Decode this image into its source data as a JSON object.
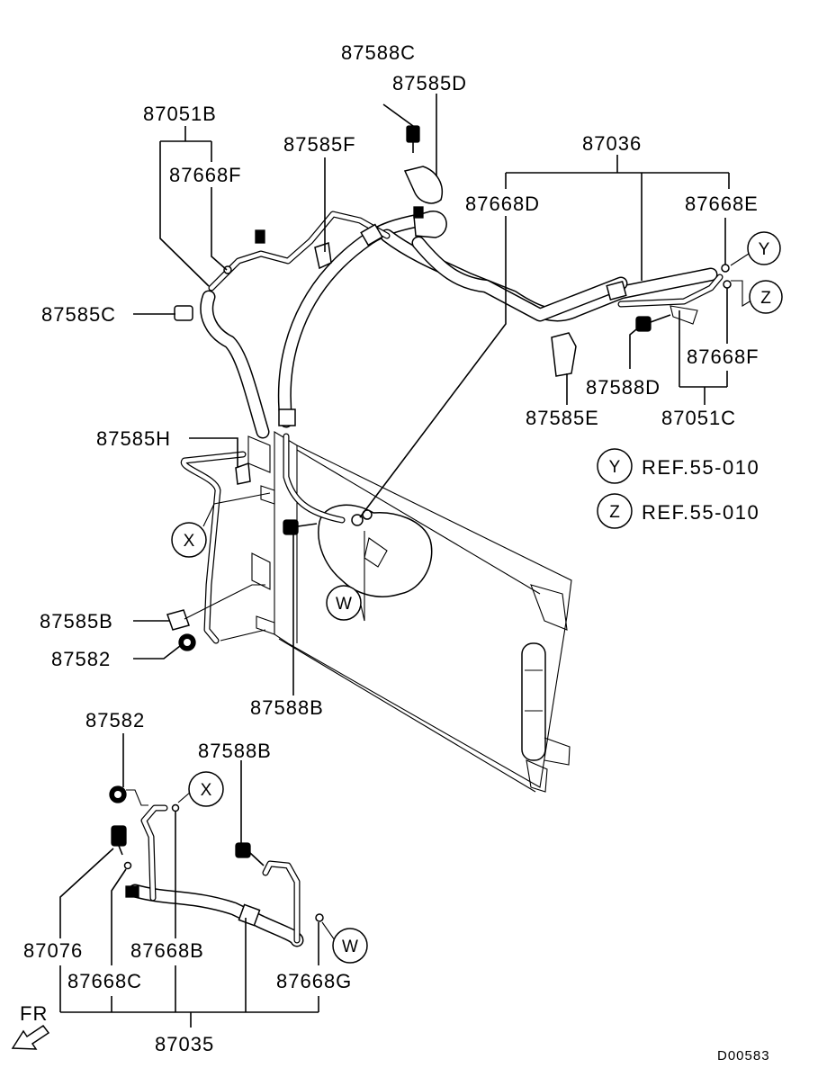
{
  "diagram": {
    "part_numbers": {
      "p87588C": "87588C",
      "p87585D": "87585D",
      "p87051B": "87051B",
      "p87668F_top": "87668F",
      "p87585F": "87585F",
      "p87036": "87036",
      "p87668D": "87668D",
      "p87668E": "87668E",
      "p87585C": "87585C",
      "p87668F_right": "87668F",
      "p87588D": "87588D",
      "p87585E": "87585E",
      "p87051C": "87051C",
      "p87585H": "87585H",
      "p87585B": "87585B",
      "p87582_mid": "87582",
      "p87588B_mid": "87588B",
      "p87582_low": "87582",
      "p87588B_low": "87588B",
      "p87076": "87076",
      "p87668B": "87668B",
      "p87668C": "87668C",
      "p87668G": "87668G",
      "p87035": "87035"
    },
    "callouts": {
      "Y": "Y",
      "Z": "Z",
      "X": "X",
      "W": "W"
    },
    "references": {
      "Y": "REF.55-010",
      "Z": "REF.55-010"
    },
    "front_indicator": "FR",
    "figure_code": "D00583"
  }
}
